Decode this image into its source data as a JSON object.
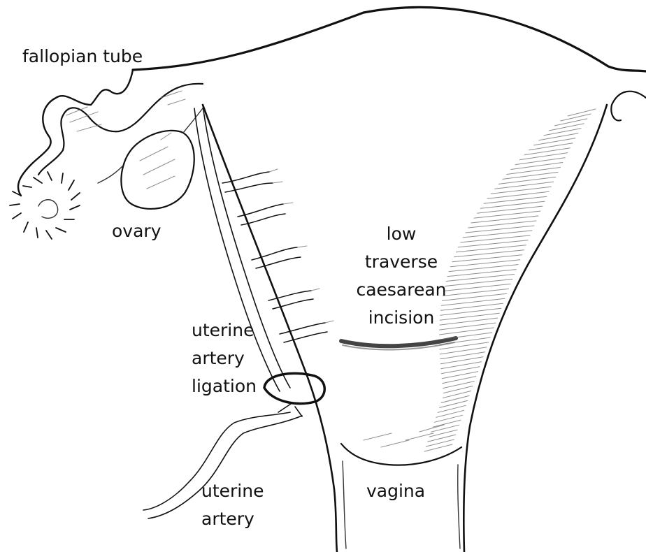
{
  "labels": {
    "fallopian_tube": "fallopian tube",
    "ovary": "ovary",
    "incision": [
      "low",
      "traverse",
      "caesarean",
      "incision"
    ],
    "ligation": [
      "uterine",
      "artery",
      "ligation"
    ],
    "uterine_artery": [
      "uterine",
      "artery"
    ],
    "vagina": "vagina"
  },
  "colors": {
    "ink": "#111111",
    "incision": "#444444"
  }
}
